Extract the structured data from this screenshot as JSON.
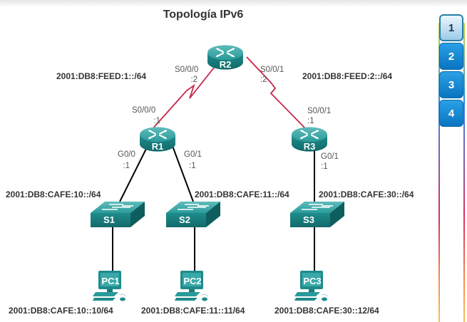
{
  "title": "Topología IPv6",
  "devices": {
    "routers": [
      {
        "name": "R2"
      },
      {
        "name": "R1"
      },
      {
        "name": "R3"
      }
    ],
    "switches": [
      {
        "name": "S1"
      },
      {
        "name": "S2"
      },
      {
        "name": "S3"
      }
    ],
    "pcs": [
      {
        "name": "PC1",
        "address": "2001:DB8:CAFE:10::10/64"
      },
      {
        "name": "PC2",
        "address": "2001:DB8:CAFE:11::11/64"
      },
      {
        "name": "PC3",
        "address": "2001:DB8:CAFE:30::12/64"
      }
    ]
  },
  "networks": {
    "r1_r2": "2001:DB8:FEED:1::/64",
    "r2_r3": "2001:DB8:FEED:2::/64",
    "r1_s1": "2001:DB8:CAFE:10::/64",
    "r1_s2": "2001:DB8:CAFE:11::/64",
    "r3_s3": "2001:DB8:CAFE:30::/64"
  },
  "interfaces": {
    "r2_s000": {
      "name": "S0/0/0",
      "host": ":2"
    },
    "r2_s001": {
      "name": "S0/0/1",
      "host": ":2"
    },
    "r1_s000": {
      "name": "S0/0/0",
      "host": ":1"
    },
    "r3_s001": {
      "name": "S0/0/1",
      "host": ":1"
    },
    "r1_g00": {
      "name": "G0/0",
      "host": ":1"
    },
    "r1_g01": {
      "name": "G0/1",
      "host": ":1"
    },
    "r3_g01": {
      "name": "G0/1",
      "host": ":1"
    }
  },
  "colors": {
    "device": "#1e8a8a",
    "serial_link": "#c8284a",
    "ethernet_link": "#000000",
    "step_active_bg": "#b8dcf0",
    "step_inactive_bg": "#1a88d0"
  },
  "steps": [
    {
      "label": "1",
      "active": true
    },
    {
      "label": "2",
      "active": false
    },
    {
      "label": "3",
      "active": false
    },
    {
      "label": "4",
      "active": false
    }
  ]
}
